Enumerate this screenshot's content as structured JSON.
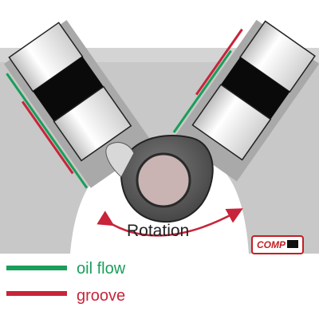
{
  "diagram": {
    "rotation_label": "Rotation",
    "logo_text": "COMP"
  },
  "legend": [
    {
      "label": "oil flow",
      "color": "#1a9e5a"
    },
    {
      "label": "groove",
      "color": "#c8243a"
    }
  ],
  "colors": {
    "block": "#c8c8c8",
    "lifter_dark": "#0a0a0a",
    "lifter_light": "#f2f2f2",
    "cam_lobe": "#555555",
    "cam_core": "#c9b3b3",
    "arrow": "#c8243a"
  }
}
